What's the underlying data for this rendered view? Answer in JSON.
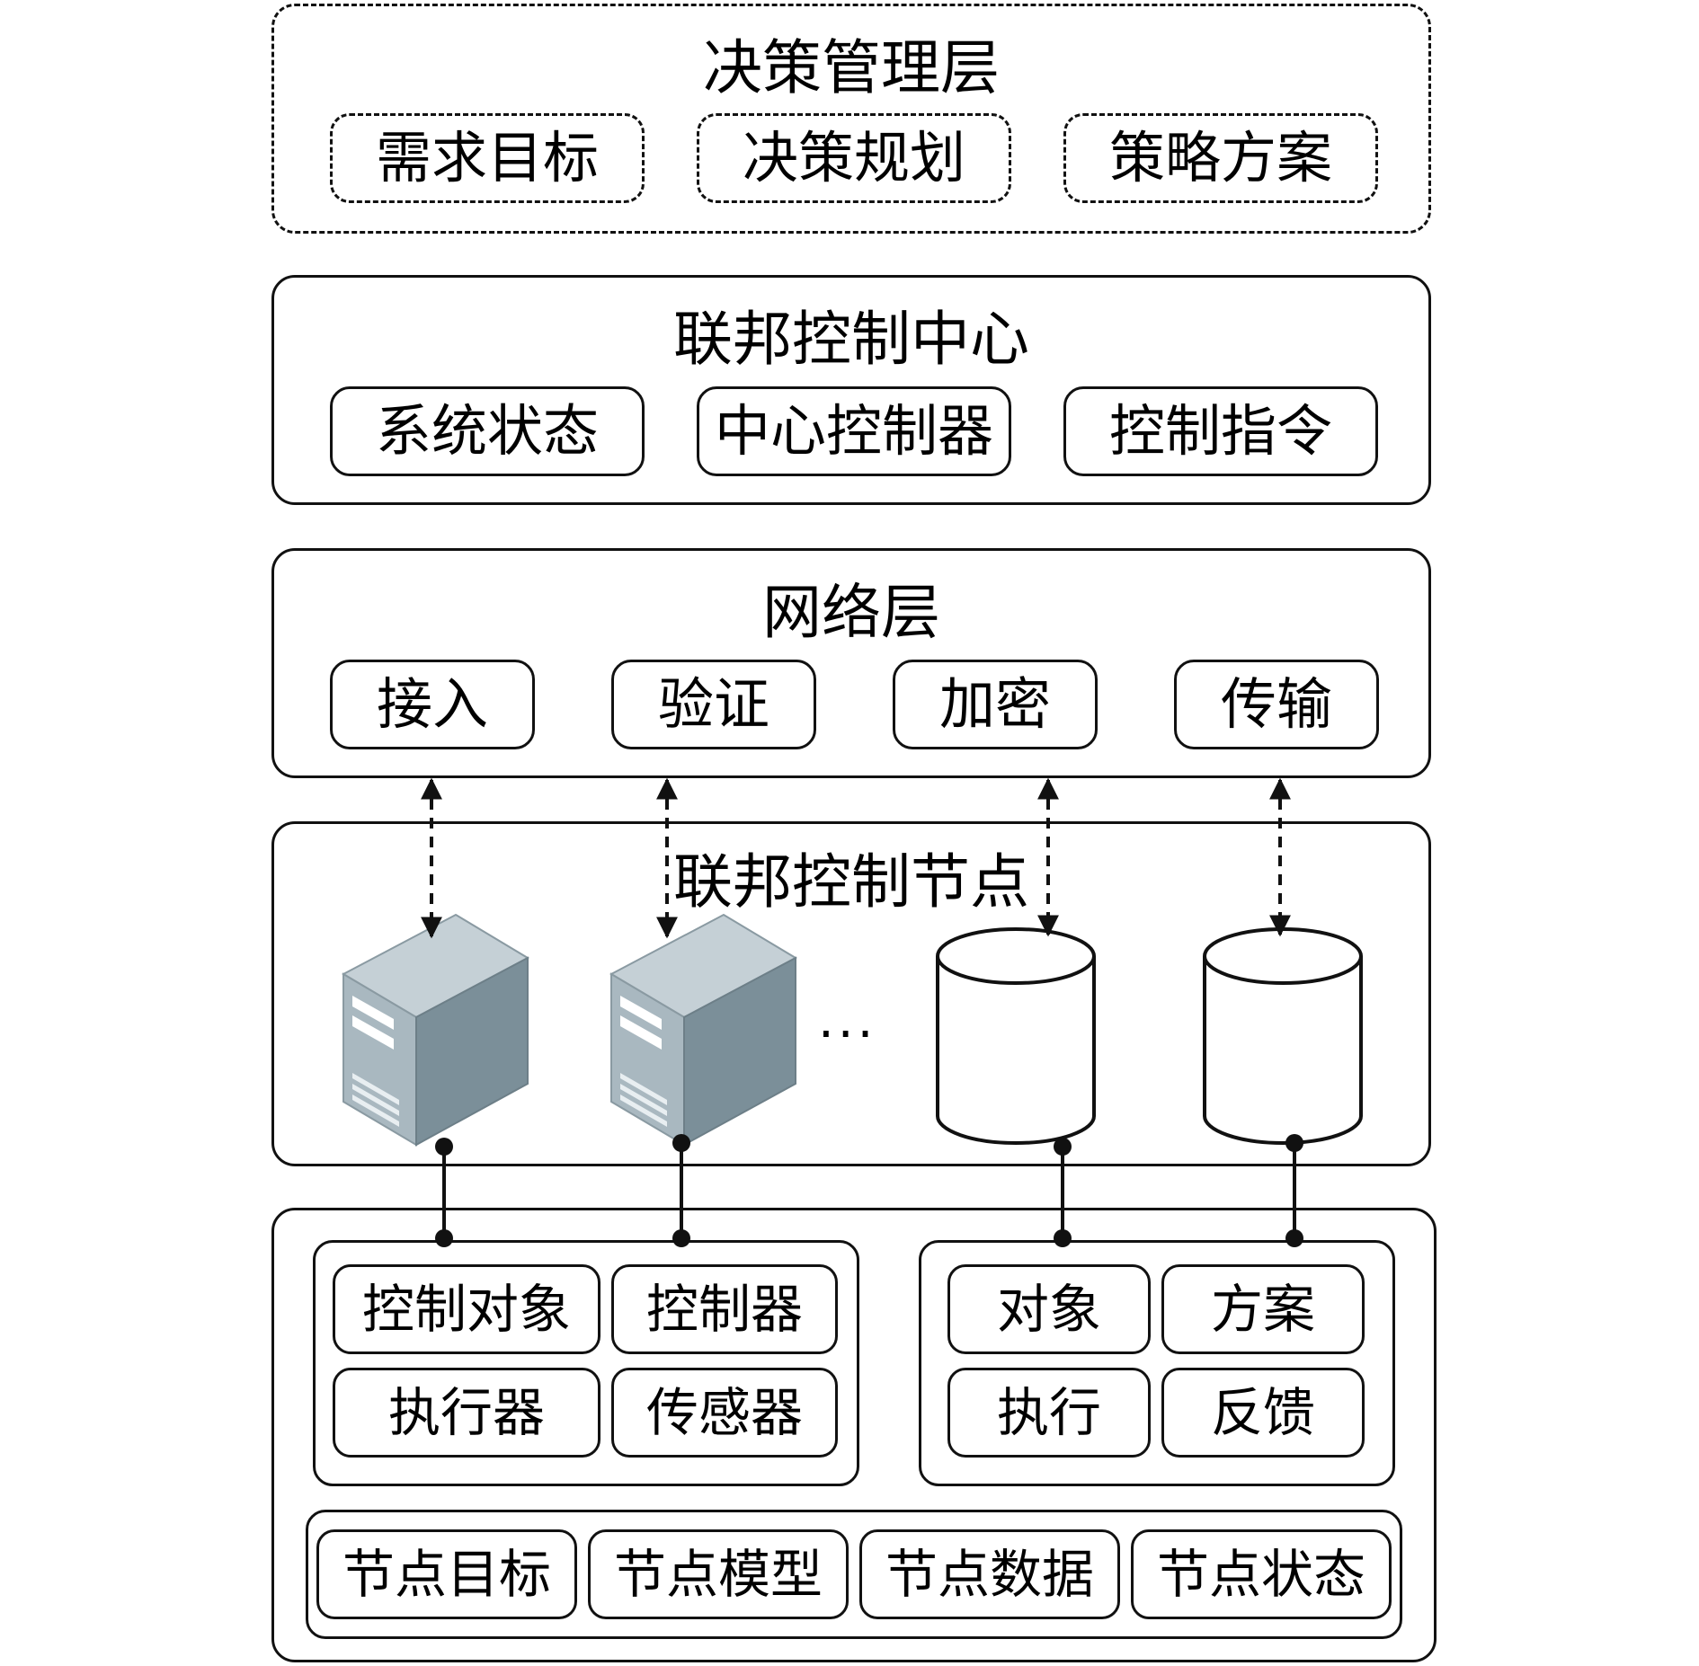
{
  "decision_layer": {
    "title": "决策管理层",
    "items": [
      "需求目标",
      "决策规划",
      "策略方案"
    ]
  },
  "control_center": {
    "title": "联邦控制中心",
    "items": [
      "系统状态",
      "中心控制器",
      "控制指令"
    ]
  },
  "network_layer": {
    "title": "网络层",
    "items": [
      "接入",
      "验证",
      "加密",
      "传输"
    ]
  },
  "control_nodes": {
    "title": "联邦控制节点",
    "ellipsis": "...",
    "icons": [
      "server-icon",
      "server-icon",
      "database-icon",
      "database-icon"
    ]
  },
  "node_layer": {
    "left_group": [
      "控制对象",
      "控制器",
      "执行器",
      "传感器"
    ],
    "right_group": [
      "对象",
      "方案",
      "执行",
      "反馈"
    ],
    "bottom_row": [
      "节点目标",
      "节点模型",
      "节点数据",
      "节点状态"
    ]
  },
  "colors": {
    "stroke": "#111111",
    "server_front": "#a9b8c0",
    "server_side": "#7b8f99",
    "server_top": "#c5d0d6"
  }
}
